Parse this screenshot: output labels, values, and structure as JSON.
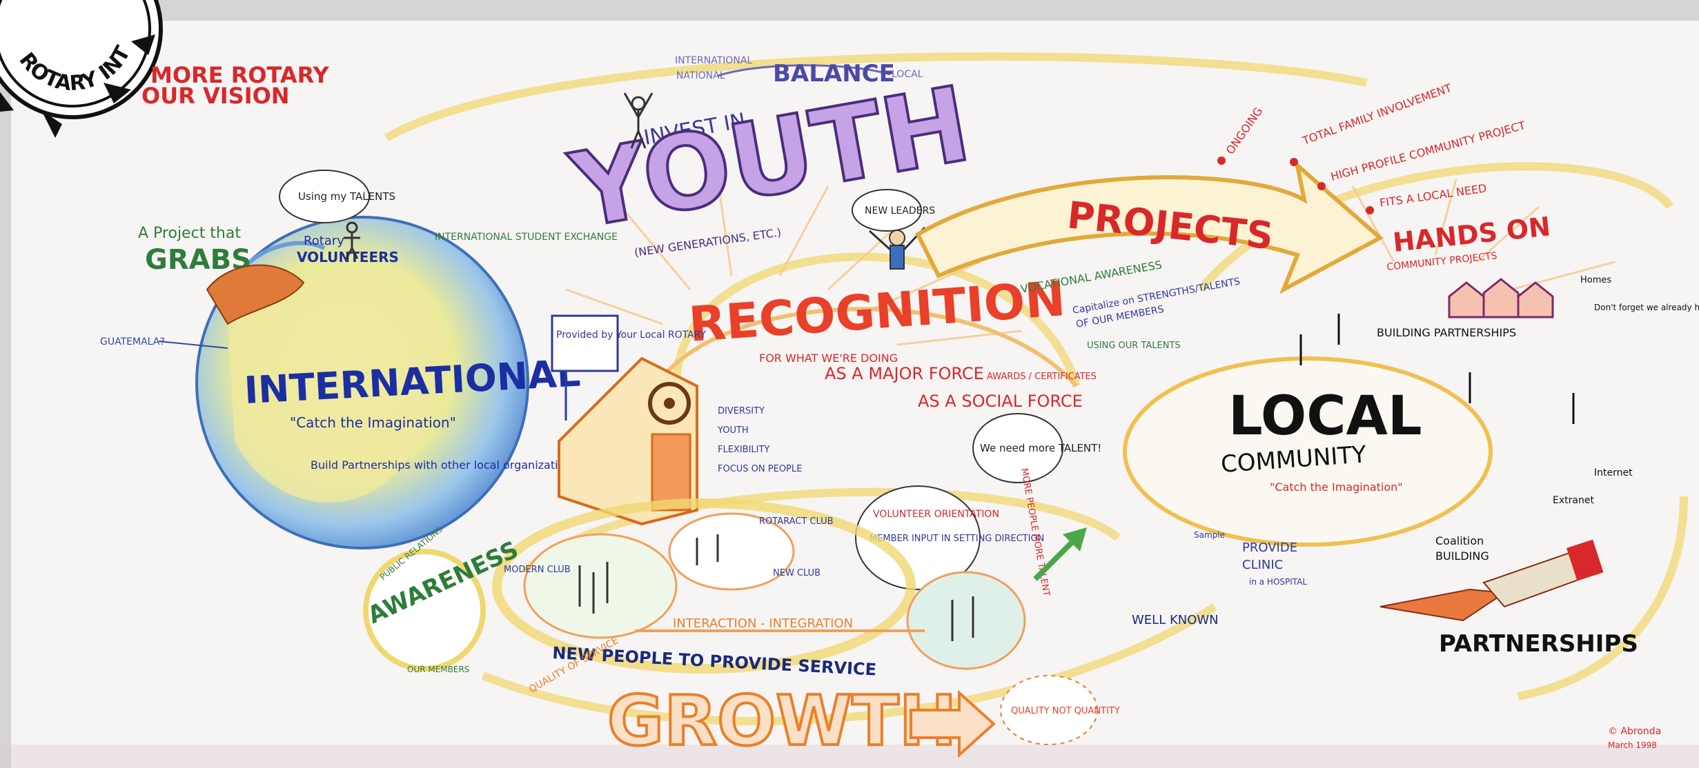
{
  "seal": {
    "text": "ROTARY INTERNATIONAL"
  },
  "header": {
    "line1": "MORE ROTARY",
    "line2": "OUR VISION"
  },
  "top": {
    "balance": "BALANCE",
    "national": "NATIONAL",
    "local": "LOCAL",
    "intl": "INTERNATIONAL"
  },
  "international": {
    "title": "INTERNATIONAL",
    "subtitle": "\"Catch the Imagination\"",
    "note": "Build Partnerships with other local organizations",
    "grabs_line1": "A Project that",
    "grabs_line2": "GRABS",
    "guatemala": "GUATEMALA?",
    "volunteers_line1": "Rotary",
    "volunteers_line2": "VOLUNTEERS",
    "exchange": "INTERNATIONAL STUDENT EXCHANGE",
    "talent_bubble": "Using my TALENTS"
  },
  "youth": {
    "invest": "INVEST IN",
    "title": "YOUTH",
    "sub": "(NEW GENERATIONS, ETC.)",
    "bubble": "NEW LEADERS"
  },
  "recognition": {
    "title": "RECOGNITION",
    "sub": "FOR WHAT WE'RE DOING",
    "force1": "AS A MAJOR FORCE",
    "force2": "AS A SOCIAL FORCE",
    "sign": "Provided by Your Local ROTARY",
    "bubble": "We need more TALENT!",
    "volunteer_circle": "VOLUNTEER ORIENTATION",
    "member_circle": "MEMBER INPUT IN SETTING DIRECTION",
    "list": [
      "DIVERSITY",
      "YOUTH",
      "FLEXIBILITY",
      "FOCUS ON PEOPLE"
    ],
    "awards": "AWARDS / CERTIFICATES",
    "club1": "MODERN CLUB",
    "club2": "ROTARACT CLUB",
    "club3": "NEW CLUB",
    "interaction": "INTERACTION - INTEGRATION",
    "more_people": "MORE PEOPLE MORE TALENT"
  },
  "awareness": {
    "title": "AWARENESS",
    "outer_top": "PUBLIC RELATIONS",
    "outer_bottom": "OUR MEMBERS"
  },
  "projects": {
    "title": "PROJECTS",
    "hands_on": "HANDS ON",
    "hands_sub": "COMMUNITY PROJECTS",
    "items": [
      "ONGOING",
      "TOTAL FAMILY INVOLVEMENT",
      "HIGH PROFILE COMMUNITY PROJECT",
      "FITS A LOCAL NEED"
    ]
  },
  "vocational": {
    "title": "VOCATIONAL AWARENESS",
    "line1": "Capitalize on STRENGTHS/TALENTS",
    "line2": "OF OUR MEMBERS",
    "line3": "USING OUR TALENTS"
  },
  "local": {
    "title1": "LOCAL",
    "title2": "COMMUNITY",
    "subtitle": "\"Catch the Imagination\"",
    "building": "BUILDING PARTNERSHIPS",
    "homes": "Homes",
    "note": "Don't forget we already have some other PROJECTS",
    "internet": "Internet",
    "extranet": "Extranet",
    "clinic1": "PROVIDE",
    "clinic2": "CLINIC",
    "clinic3": "in a HOSPITAL",
    "sample": "Sample",
    "coalition1": "Coalition",
    "coalition2": "BUILDING"
  },
  "partnerships": {
    "title": "PARTNERSHIPS"
  },
  "growth": {
    "title": "GROWTH",
    "new_people": "NEW PEOPLE TO PROVIDE SERVICE",
    "quality": "QUALITY OF SERVICE",
    "quality_bubble": "QUALITY NOT QUANTITY",
    "well_known": "WELL KNOWN"
  },
  "signature": {
    "line1": "© Abronda",
    "line2": "March 1998"
  }
}
